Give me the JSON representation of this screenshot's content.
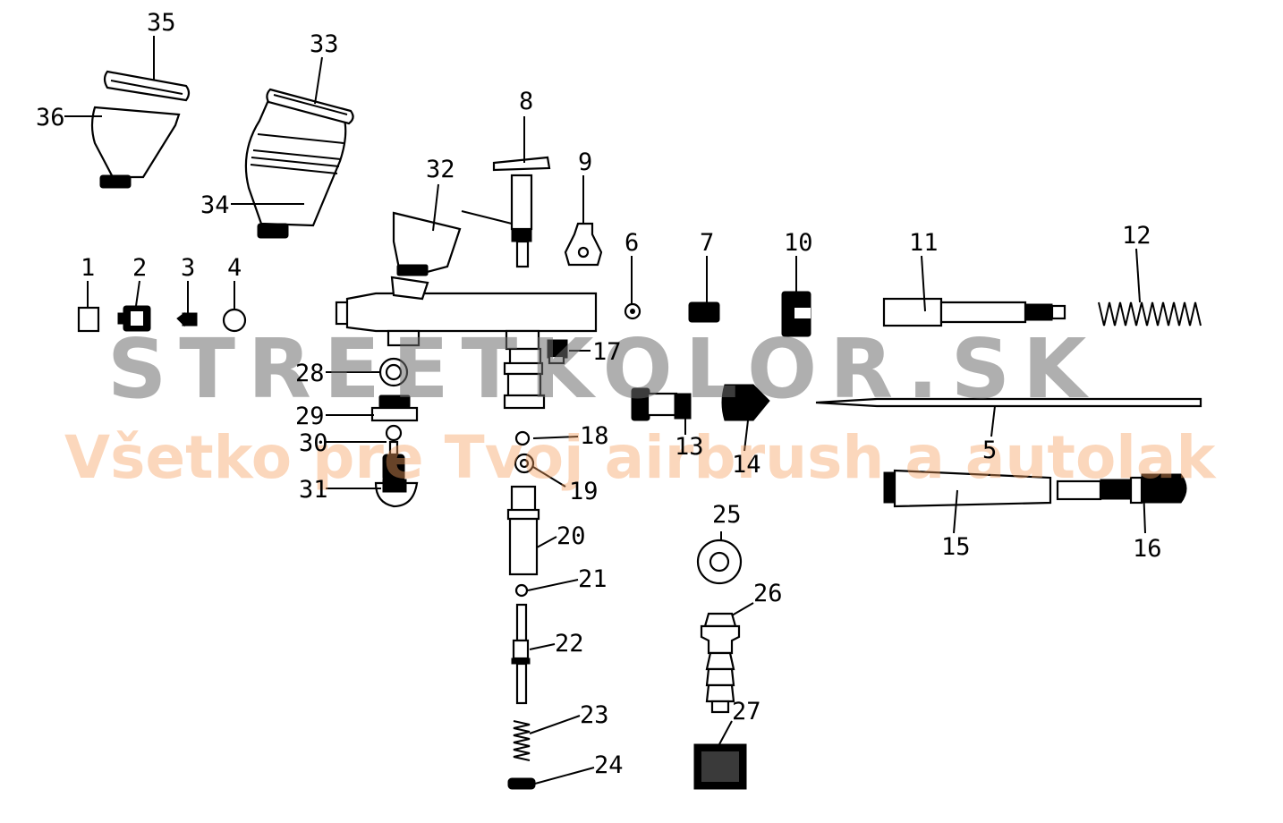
{
  "callouts": [
    {
      "id": "1",
      "label": "1"
    },
    {
      "id": "2",
      "label": "2"
    },
    {
      "id": "3",
      "label": "3"
    },
    {
      "id": "4",
      "label": "4"
    },
    {
      "id": "5",
      "label": "5"
    },
    {
      "id": "6",
      "label": "6"
    },
    {
      "id": "7",
      "label": "7"
    },
    {
      "id": "8",
      "label": "8"
    },
    {
      "id": "9",
      "label": "9"
    },
    {
      "id": "10",
      "label": "10"
    },
    {
      "id": "11",
      "label": "11"
    },
    {
      "id": "12",
      "label": "12"
    },
    {
      "id": "13",
      "label": "13"
    },
    {
      "id": "14",
      "label": "14"
    },
    {
      "id": "15",
      "label": "15"
    },
    {
      "id": "16",
      "label": "16"
    },
    {
      "id": "17",
      "label": "17"
    },
    {
      "id": "18",
      "label": "18"
    },
    {
      "id": "19",
      "label": "19"
    },
    {
      "id": "20",
      "label": "20"
    },
    {
      "id": "21",
      "label": "21"
    },
    {
      "id": "22",
      "label": "22"
    },
    {
      "id": "23",
      "label": "23"
    },
    {
      "id": "24",
      "label": "24"
    },
    {
      "id": "25",
      "label": "25"
    },
    {
      "id": "26",
      "label": "26"
    },
    {
      "id": "27",
      "label": "27"
    },
    {
      "id": "28",
      "label": "28"
    },
    {
      "id": "29",
      "label": "29"
    },
    {
      "id": "30",
      "label": "30"
    },
    {
      "id": "31",
      "label": "31"
    },
    {
      "id": "32",
      "label": "32"
    },
    {
      "id": "33",
      "label": "33"
    },
    {
      "id": "34",
      "label": "34"
    },
    {
      "id": "35",
      "label": "35"
    },
    {
      "id": "36",
      "label": "36"
    }
  ],
  "watermark": {
    "brand": "STREETKOLOR.SK",
    "tagline": "Všetko pre Tvoj airbrush a autolak"
  }
}
